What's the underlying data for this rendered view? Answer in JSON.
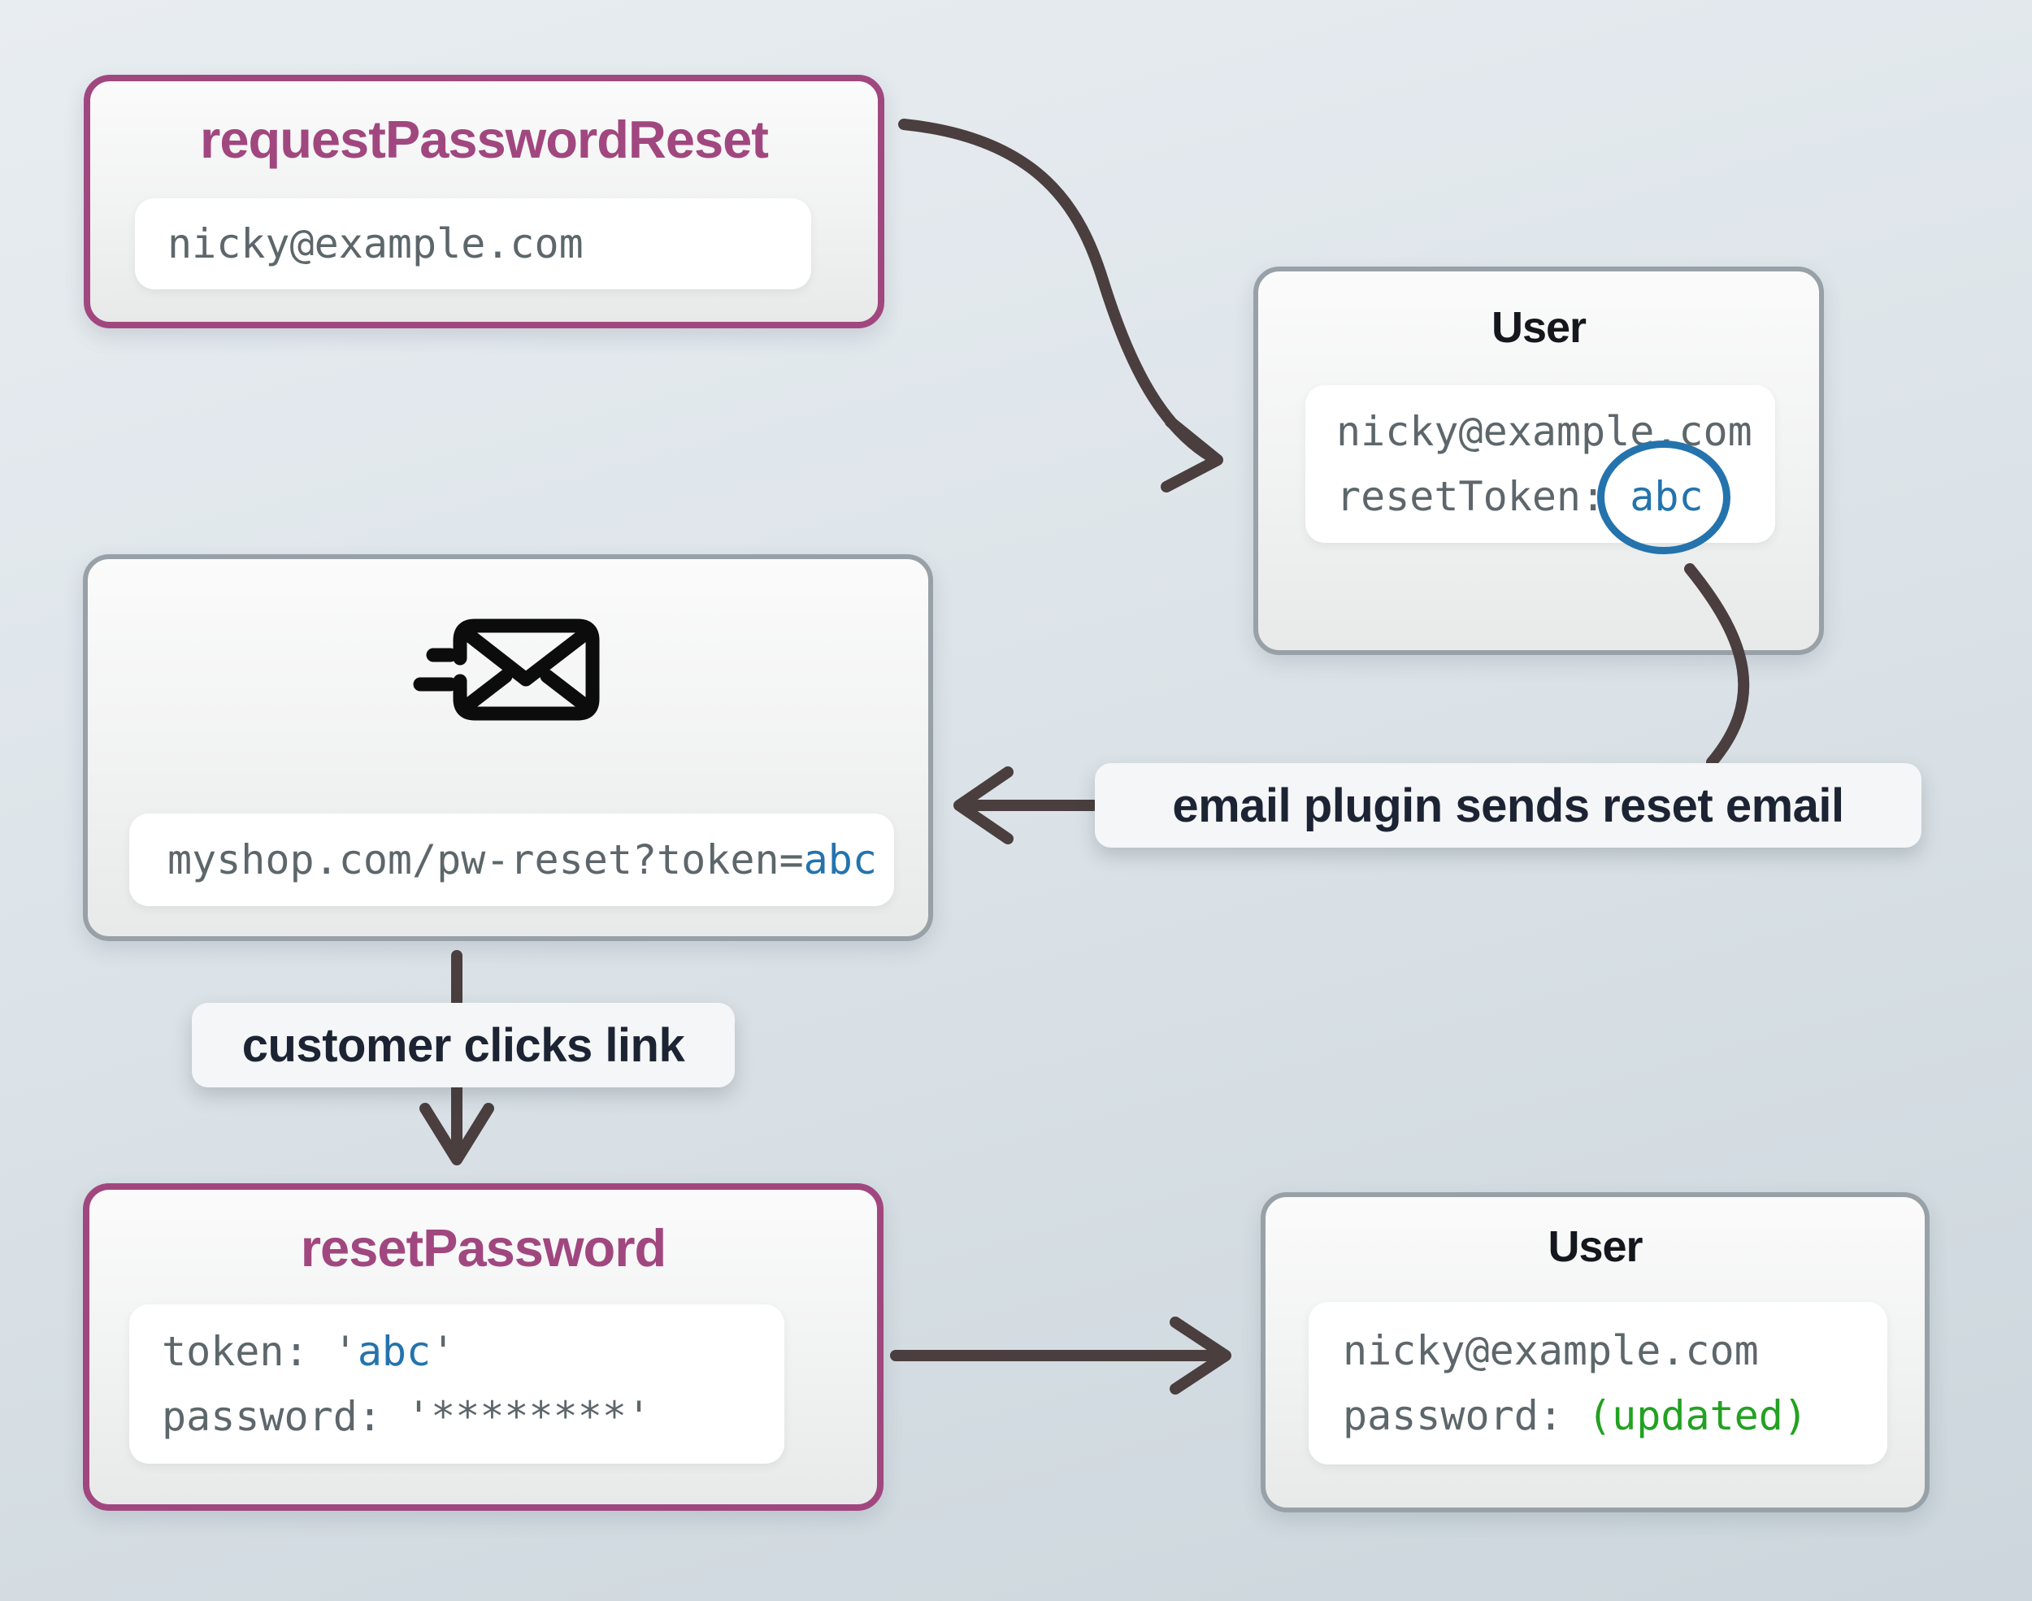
{
  "nodes": {
    "request_password_reset": {
      "title": "requestPasswordReset",
      "email": "nicky@example.com"
    },
    "user_with_token": {
      "title": "User",
      "email": "nicky@example.com",
      "token_label": "resetToken: ",
      "token_value": "abc"
    },
    "reset_email": {
      "icon": "send-email-icon",
      "url_prefix": "myshop.com/pw-reset?token=",
      "url_token": "abc"
    },
    "reset_password": {
      "title": "resetPassword",
      "token_prefix": "token: '",
      "token_value": "abc",
      "token_suffix": "'",
      "password_line": "password: '********'"
    },
    "user_updated": {
      "title": "User",
      "email": "nicky@example.com",
      "password_label": "password: ",
      "password_value": "(updated)"
    }
  },
  "labels": {
    "email_plugin": "email plugin sends reset email",
    "customer_clicks": "customer clicks link"
  },
  "colors": {
    "accent_purple": "#a1477f",
    "token_blue": "#2473ad",
    "updated_green": "#23a122",
    "arrow": "#4a3e3e",
    "border_gray": "#98a1a7"
  }
}
